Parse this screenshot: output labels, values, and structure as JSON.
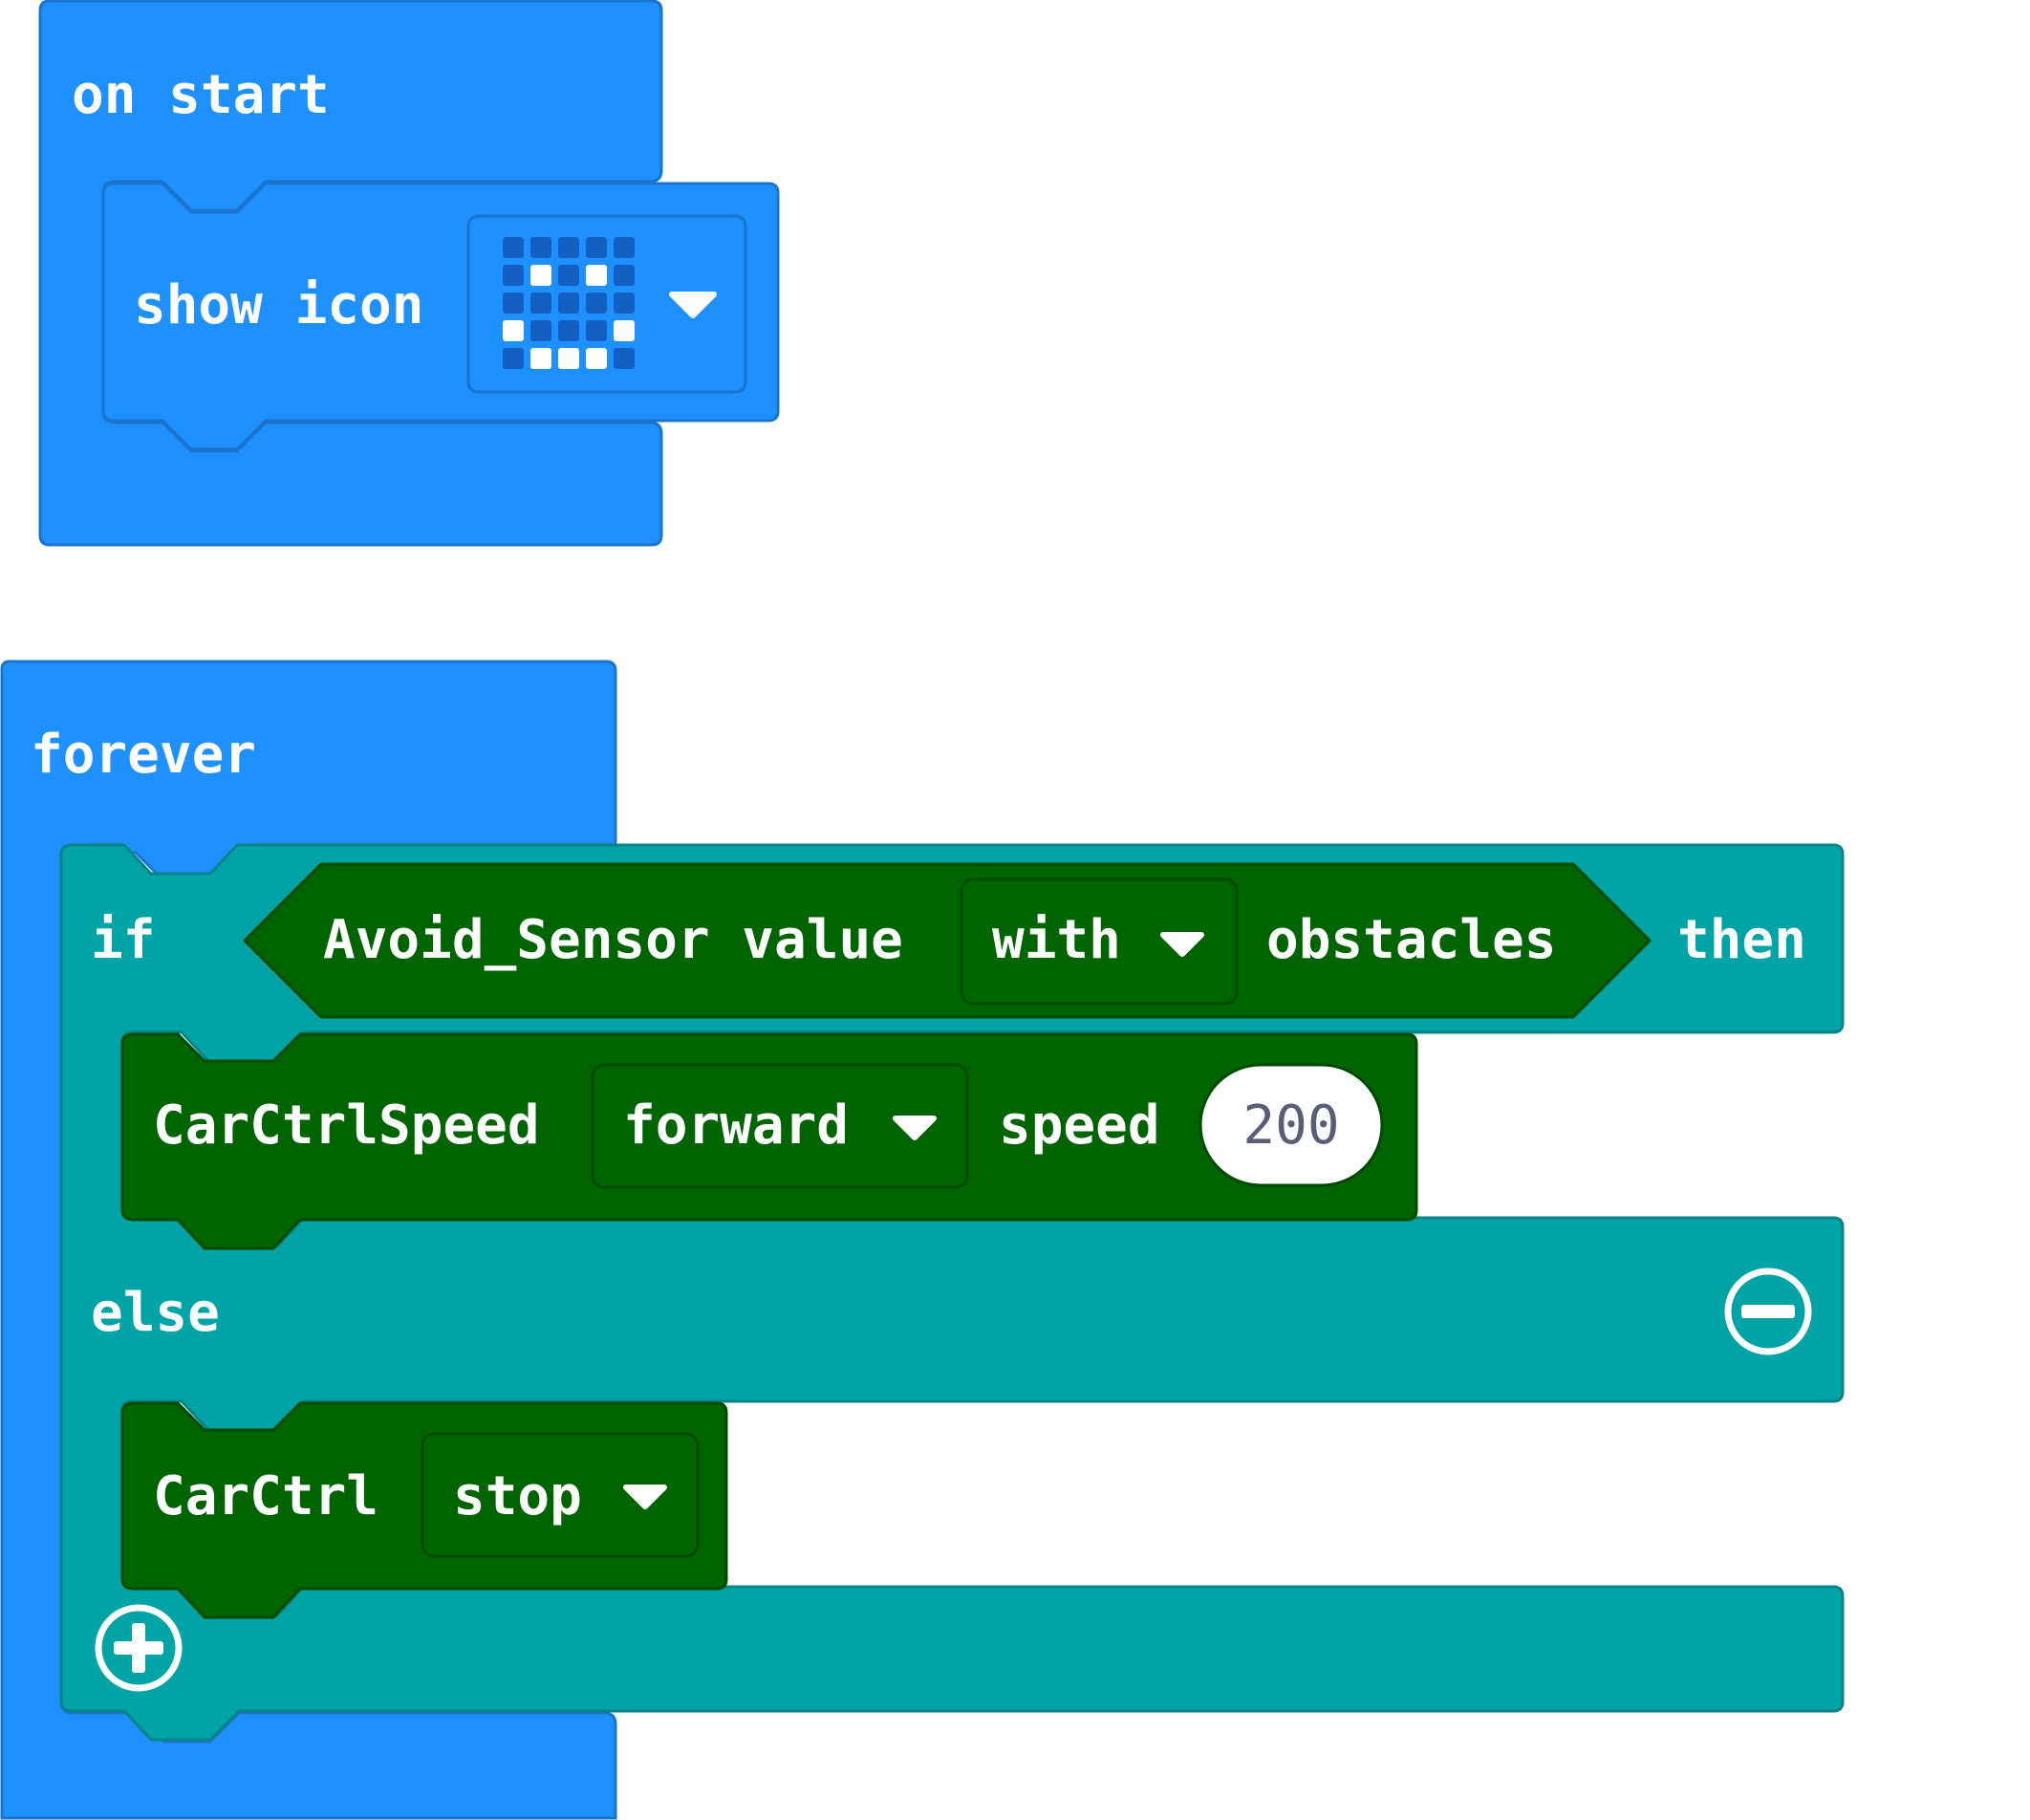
{
  "blocks": {
    "on_start": {
      "label": "on start"
    },
    "show_icon": {
      "label": "show icon",
      "led_grid": [
        [
          0,
          0,
          0,
          0,
          0
        ],
        [
          0,
          1,
          0,
          1,
          0
        ],
        [
          0,
          0,
          0,
          0,
          0
        ],
        [
          1,
          0,
          0,
          0,
          1
        ],
        [
          0,
          1,
          1,
          1,
          0
        ]
      ]
    },
    "forever": {
      "label": "forever"
    },
    "if_else": {
      "if_label": "if",
      "then_label": "then",
      "else_label": "else"
    },
    "condition": {
      "label": "Avoid_Sensor value",
      "dropdown_value": "with",
      "suffix": "obstacles"
    },
    "car_speed": {
      "label": "CarCtrlSpeed",
      "direction_value": "forward",
      "speed_label": "speed",
      "speed_value": "200"
    },
    "car_ctrl": {
      "label": "CarCtrl",
      "action_value": "stop"
    }
  },
  "colors": {
    "basic_block": "#1e90ff",
    "basic_block_border": "#1a74cc",
    "logic_block": "#00a4a6",
    "logic_block_border": "#0a8486",
    "car_block": "#006400",
    "car_block_border": "#004a00",
    "led_on": "#ffffff",
    "led_off": "#1460c2"
  },
  "icons": [
    "chevron-down-icon",
    "minus-circle-icon",
    "plus-circle-icon"
  ]
}
